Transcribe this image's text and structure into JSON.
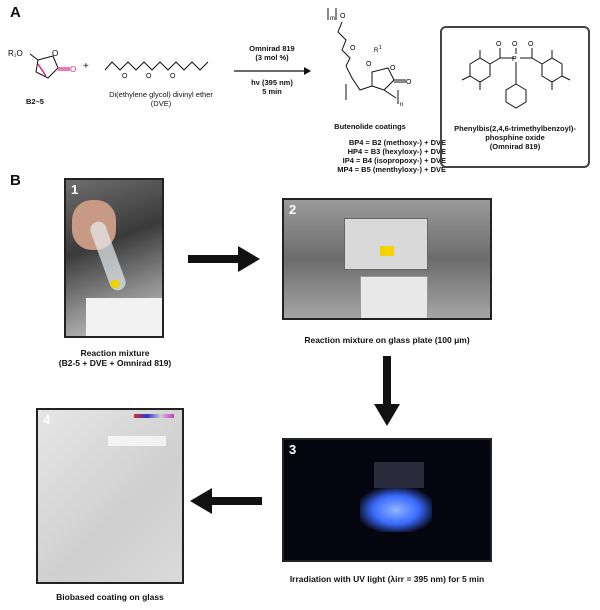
{
  "panel_a": {
    "letter": "A",
    "reactant1": {
      "label": "B2–5",
      "r_group": "R₁O"
    },
    "reactant2": {
      "name": "Di(ethylene glycol) divinyl ether",
      "abbr": "(DVE)"
    },
    "plus": "+",
    "conditions": [
      "Omnirad 819",
      "(3 mol %)",
      "hν (395 nm)",
      "5 min"
    ],
    "product_label": "Butenolide coatings",
    "product_list": [
      "BP4 = B2 (methoxy-) + DVE",
      "HP4 = B3 (hexyloxy-) + DVE",
      "IP4 = B4 (isopropoxy-) + DVE",
      "MP4 = B5 (menthyloxy-) + DVE"
    ],
    "photoinitiator": {
      "name_line1": "Phenylbis(2,4,6-trimethylbenzoyl)-",
      "name_line2": "phosphine oxide",
      "name_line3": "(Omnirad 819)"
    }
  },
  "panel_b": {
    "letter": "B",
    "steps": [
      {
        "num": "1",
        "caption_line1": "Reaction mixture",
        "caption_line2": "(B2-5 + DVE + Omnirad 819)"
      },
      {
        "num": "2",
        "caption_line1": "Reaction mixture on glass plate (100 μm)"
      },
      {
        "num": "3",
        "caption_line1": "Irradiation with UV light (λirr = 395 nm) for 5 min"
      },
      {
        "num": "4",
        "caption_line1": "Biobased coating on glass"
      }
    ]
  },
  "colors": {
    "alkene": "#e0208a",
    "arrow": "#111111",
    "uv": "#3a6bff"
  }
}
